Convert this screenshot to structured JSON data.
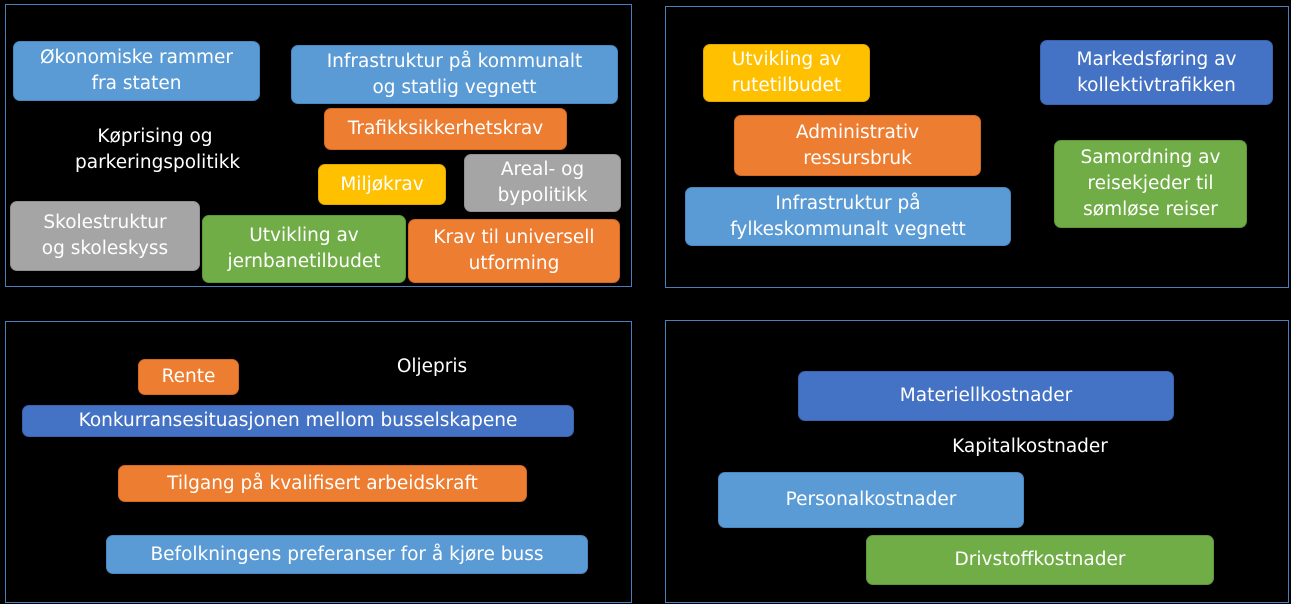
{
  "panels": {
    "top_left": {
      "items": [
        {
          "text": "Økonomiske rammer\nfra staten",
          "color": "light-blue"
        },
        {
          "text": "Infrastruktur på kommunalt\nog statlig vegnett",
          "color": "light-blue"
        },
        {
          "text": "Trafikksikkerhetskrav",
          "color": "orange"
        },
        {
          "text": "Køprising og\nparkeringspolitikk",
          "color": "none"
        },
        {
          "text": "Miljøkrav",
          "color": "yellow"
        },
        {
          "text": "Areal- og\nbypolitikk",
          "color": "gray"
        },
        {
          "text": "Skolestruktur\nog skoleskyss",
          "color": "gray"
        },
        {
          "text": "Utvikling av\njernbanetilbudet",
          "color": "green"
        },
        {
          "text": "Krav til universell\nutforming",
          "color": "orange"
        }
      ]
    },
    "top_right": {
      "items": [
        {
          "text": "Utvikling av\nrutetilbudet",
          "color": "yellow"
        },
        {
          "text": "Markedsføring av\nkollektivtrafikken",
          "color": "dark-blue"
        },
        {
          "text": "Administrativ\nressursbruk",
          "color": "orange"
        },
        {
          "text": "Samordning av\nreisekjeder til\nsømløse reiser",
          "color": "green"
        },
        {
          "text": "Infrastruktur på\nfylkeskommunalt vegnett",
          "color": "light-blue"
        }
      ]
    },
    "bottom_left": {
      "items": [
        {
          "text": "Rente",
          "color": "orange"
        },
        {
          "text": "Oljepris",
          "color": "none"
        },
        {
          "text": "Konkurransesituasjonen mellom busselskapene",
          "color": "dark-blue"
        },
        {
          "text": "Tilgang på kvalifisert arbeidskraft",
          "color": "orange"
        },
        {
          "text": "Befolkningens preferanser for å kjøre buss",
          "color": "light-blue"
        }
      ]
    },
    "bottom_right": {
      "items": [
        {
          "text": "Materiellkostnader",
          "color": "dark-blue"
        },
        {
          "text": "Kapitalkostnader",
          "color": "none"
        },
        {
          "text": "Personalkostnader",
          "color": "light-blue"
        },
        {
          "text": "Drivstoffkostnader",
          "color": "green"
        }
      ]
    }
  },
  "colors": {
    "light-blue": "#5b9bd5",
    "dark-blue": "#4472c4",
    "orange": "#ed7d31",
    "yellow": "#ffc000",
    "gray": "#a5a5a5",
    "green": "#70ad47",
    "panel-border": "#4a7ebb",
    "background": "#000000"
  }
}
